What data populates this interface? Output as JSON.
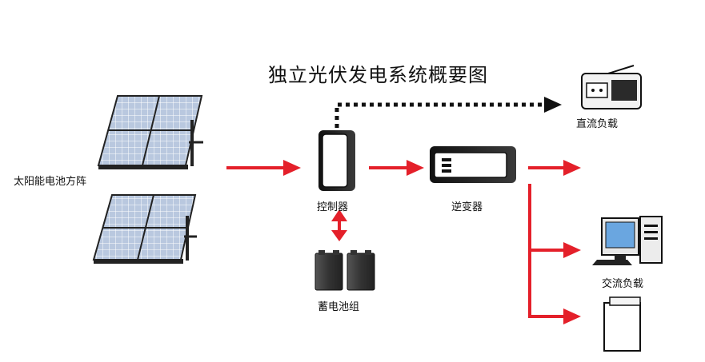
{
  "title": "独立光伏发电系统概要图",
  "labels": {
    "solar_array": "太阳能电池方阵",
    "controller": "控制器",
    "inverter": "逆变器",
    "battery_bank": "蓄电池组",
    "dc_load": "直流负载",
    "ac_load": "交流负载"
  },
  "colors": {
    "arrow_red": "#e4202a",
    "dotted_arrow": "#111111",
    "device_dark": "#2b2b2b",
    "panel_blue": "#8fa6c8"
  }
}
